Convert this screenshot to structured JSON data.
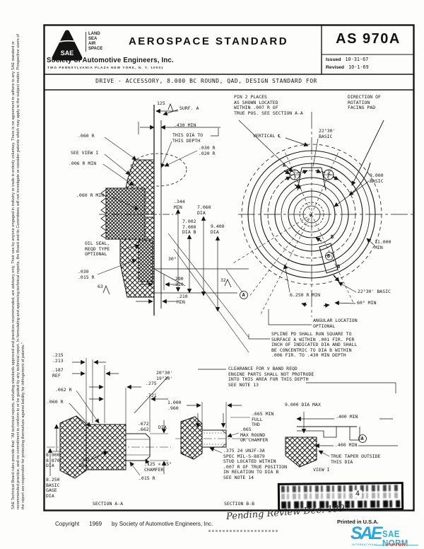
{
  "header": {
    "title": "AEROSPACE STANDARD",
    "doc_number": "AS 970A",
    "org": "Society of Automotive Engineers, Inc.",
    "address": "TWO PENNSYLVANIA PLAZA   NEW YORK, N. Y. 10001",
    "issued_label": "Issued",
    "issued_date": "10-31-67",
    "revised_label": "Revised",
    "revised_date": "10-1-69",
    "logo_letters": "SAE",
    "logo_words": "LAND\nSEA\nAIR\nSPACE"
  },
  "doc_title": "DRIVE - ACCESSORY, 8.000 BC ROUND, QAD, DESIGN STANDARD FOR",
  "side_note": "SAE Technical Board rules provide that: \"All technical reports, including standards approved and practices recommended, are advisory only. Their use by anyone engaged in industry or trade is entirely voluntary. There is no agreement to adhere to any SAE standard or recommended practice, and no commitment to conform to or be guided by any technical report. In formulating and approving technical reports, the Board and its Committees will not investigate or consider patents which may apply to the subject matter. Prospective users of the report are responsible for protecting themselves against liability for infringement of patents.\"",
  "labels": {
    "surf_finish_125": "125",
    "surf_a": "SURF. A",
    "min_430": ".430 MIN",
    "this_dia": "THIS DIA TO\nTHIS DEPTH",
    "r_030_020": ".030 R\n.020 R",
    "r_060": ".060 R",
    "see_view_i": "SEE VIEW I",
    "r_006_min": ".006 R MIN",
    "r_060_min": ".060 R MIN",
    "min_344": ".344\nMIN",
    "dia_7060": "7.060\nDIA",
    "dia_7002": "7.002\n7.000\nDIA B",
    "dia_9400": "9.400\nDIA",
    "oil_seal": "OIL SEAL,\nREQD TYPE\nOPTIONAL",
    "r_030_015": ".030\n.015 R",
    "deg_30": "30°",
    "dim_290_210": ".290\n.210",
    "min_210": ".210\nMIN",
    "fin_63": "63",
    "fin_32": "32",
    "pin_note": "PIN 2 PLACES\nAS SHOWN LOCATED\nWITHIN .007 R OF\nTRUE POS. SEE SECTION A-A",
    "rotation_note": "DIRECTION OF\nROTATION\nFACING PAD",
    "vertical_cl": "VERTICAL ℄",
    "basic_2230_top": "22°30'\nBASIC",
    "basic_8000": "8.000\nBASIC",
    "min_11000": "11.000\nMIN",
    "r_6250_min": "6.250 R MIN",
    "basic_2230_bot": "22°30' BASIC",
    "min_60deg": "60° MIN",
    "angular_note": "ANGULAR LOCATION\nOPTIONAL",
    "spline_note": "SPLINE PD SHALL RUN SQUARE TO\nSURFACE A WITHIN .001 FIR. PER\nINCH OF INDICATED DIA AND SHALL\nBE CONCENTRIC TO DIA B WITHIN\n.006 FIR. TO .430 MIN DEPTH",
    "clearance_note": "CLEARANCE FOR V BAND REQD\nENGINE PARTS SHALL NOT PROTRUDE\nINTO THIS AREA FOR THIS DEPTH\nSEE NOTE 13",
    "cut_a": "A",
    "cut_b": "B",
    "datum_a": "A",
    "datum_b": "B",
    "dim_215_213": ".215\n.213",
    "ref_187": ".187\nREF",
    "r_062": ".062 R",
    "r_060b": ".060 R",
    "ang_2030": "20°30'\n19°30'",
    "dim_275": ".275",
    "dim_721": ".721",
    "dim_1000_960": "1.000\n.960",
    "dia_672_662": ".672\n.662",
    "dia_word": "DIA",
    "chamfer_125": ".125 × 45°\nCHAMFER",
    "r_015": ".015 R",
    "dia_8900": "8.900\n8.870\nDIA",
    "dia_385": ".385\nDIA",
    "gage_8250": "8.250\nBASIC\nGAGE\nDIA",
    "section_aa": "SECTION A-A",
    "thd_665": ".665 MIN\nFULL\nTHD",
    "max_065": ".065\nMAX ROUND\nOR CHAMFER",
    "stud_note": ".375 24 UNJF-3A\nSPEC MIL-S-8879\nSTUD LOCATED WITHIN\n.007 R OF TRUE POSITION\nIN RELATION TO DIA B\nSEE NOTE 14",
    "section_bb": "SECTION B-B",
    "dia_9000_max": "9.000 DIA MAX",
    "min_400_top": ".400 MIN",
    "min_400_bot": ".400 MIN",
    "true_taper": "TRUE TAPER OUTSIDE\nTHIS DIA",
    "view_i": "VIEW I"
  },
  "footer": {
    "copyright_label": "Copyright",
    "copyright_year": "1969",
    "copyright_by": "by Society of Automotive Engineers, Inc.",
    "signature": "Pending Review Dec. 1992",
    "printed": "Printed in U.S.A.",
    "stamp_digit": "4",
    "logo_sae": "SAE",
    "logo_norm": "SAE NORM",
    "logo_intl": "INTERNATIONAL"
  },
  "colors": {
    "ink": "#161616",
    "logo_cyan": "#2ba7dd",
    "logo_red": "#d9503c"
  }
}
